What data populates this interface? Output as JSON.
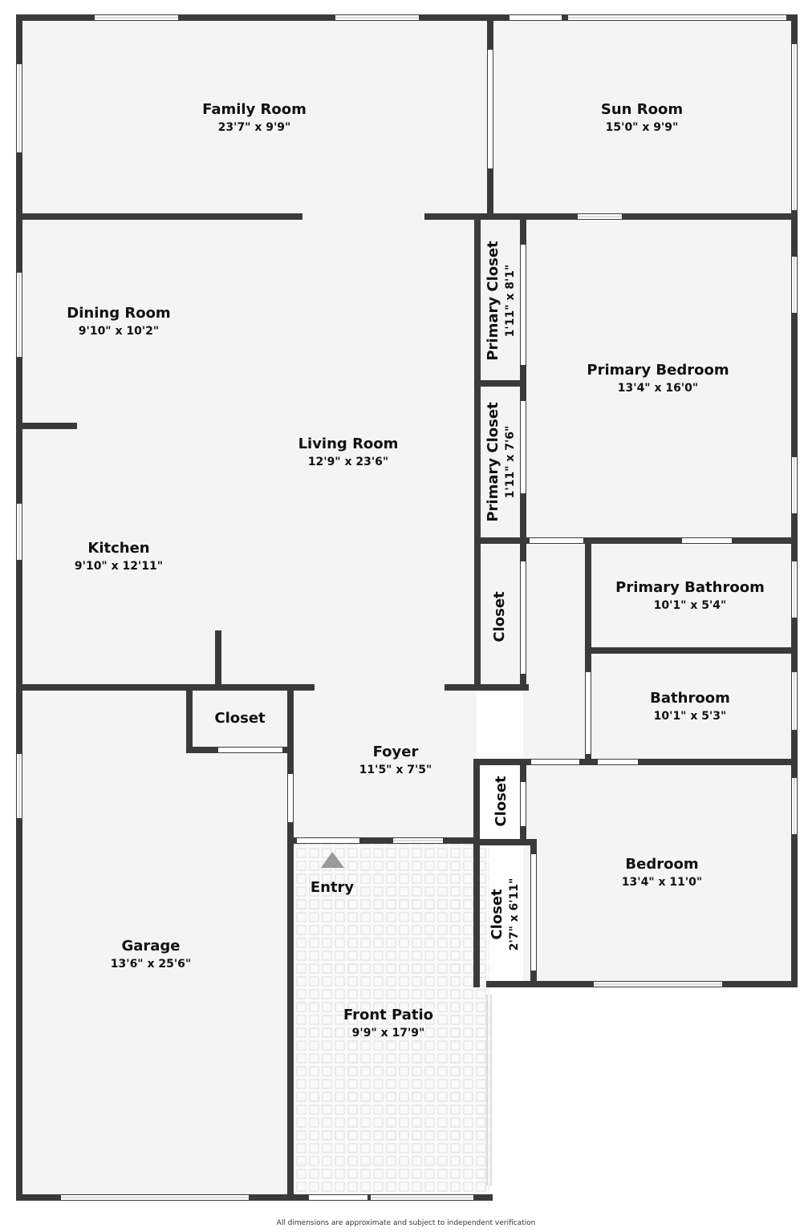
{
  "rooms": {
    "family_room": {
      "name": "Family Room",
      "dims": "23'7\" x 9'9\""
    },
    "sun_room": {
      "name": "Sun Room",
      "dims": "15'0\" x 9'9\""
    },
    "dining_room": {
      "name": "Dining Room",
      "dims": "9'10\" x 10'2\""
    },
    "living_room": {
      "name": "Living Room",
      "dims": "12'9\" x 23'6\""
    },
    "kitchen": {
      "name": "Kitchen",
      "dims": "9'10\" x 12'11\""
    },
    "primary_closet_1": {
      "name": "Primary Closet",
      "dims": "1'11\" x 8'1\""
    },
    "primary_closet_2": {
      "name": "Primary Closet",
      "dims": "1'11\" x 7'6\""
    },
    "primary_bedroom": {
      "name": "Primary Bedroom",
      "dims": "13'4\" x 16'0\""
    },
    "hall_closet": {
      "name": "Closet"
    },
    "primary_bathroom": {
      "name": "Primary Bathroom",
      "dims": "10'1\" x 5'4\""
    },
    "bathroom": {
      "name": "Bathroom",
      "dims": "10'1\" x 5'3\""
    },
    "garage_closet": {
      "name": "Closet"
    },
    "foyer": {
      "name": "Foyer",
      "dims": "11'5\" x 7'5\""
    },
    "bedroom_closet_1": {
      "name": "Closet"
    },
    "bedroom_closet_2": {
      "name": "Closet",
      "dims": "2'7\" x 6'11\""
    },
    "bedroom": {
      "name": "Bedroom",
      "dims": "13'4\" x 11'0\""
    },
    "entry": {
      "name": "Entry"
    },
    "garage": {
      "name": "Garage",
      "dims": "13'6\" x 25'6\""
    },
    "front_patio": {
      "name": "Front Patio",
      "dims": "9'9\" x 17'9\""
    }
  },
  "footer": "All dimensions are approximate and subject to independent verification",
  "colors": {
    "wall": "#3a3a3a",
    "floor": "#f4f4f4",
    "entry_marker": "#9a9a9a"
  }
}
